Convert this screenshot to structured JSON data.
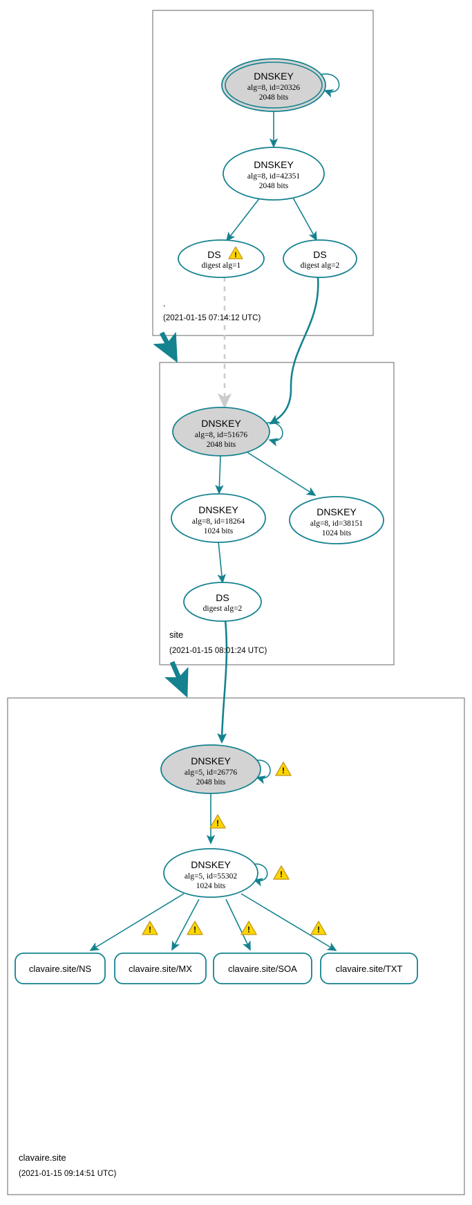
{
  "diagram": {
    "type": "dnssec-authentication-chain",
    "colors": {
      "edge": "#14828f",
      "node_stroke": "#14828f",
      "secure_fill": "#d3d3d3",
      "insecure_fill": "#ffffff",
      "zone_border": "#666666",
      "dashed_edge": "#cccccc",
      "warning_fill": "#ffd700",
      "warning_stroke": "#b8860b"
    },
    "zones": [
      {
        "id": "root",
        "name": ".",
        "timestamp": "(2021-01-15 07:14:12 UTC)",
        "nodes": [
          {
            "id": "root-ksk",
            "kind": "DNSKEY",
            "title": "DNSKEY",
            "line2": "alg=8, id=20326",
            "line3": "2048 bits",
            "style": "trust-anchor",
            "warning": false,
            "self_sign": true
          },
          {
            "id": "root-zsk",
            "kind": "DNSKEY",
            "title": "DNSKEY",
            "line2": "alg=8, id=42351",
            "line3": "2048 bits",
            "style": "plain",
            "warning": false,
            "self_sign": false
          },
          {
            "id": "root-ds-1",
            "kind": "DS",
            "title": "DS",
            "line2": "digest alg=1",
            "line3": "",
            "style": "plain",
            "warning": true,
            "self_sign": false
          },
          {
            "id": "root-ds-2",
            "kind": "DS",
            "title": "DS",
            "line2": "digest alg=2",
            "line3": "",
            "style": "plain",
            "warning": false,
            "self_sign": false
          }
        ]
      },
      {
        "id": "site",
        "name": "site",
        "timestamp": "(2021-01-15 08:01:24 UTC)",
        "nodes": [
          {
            "id": "site-ksk",
            "kind": "DNSKEY",
            "title": "DNSKEY",
            "line2": "alg=8, id=51676",
            "line3": "2048 bits",
            "style": "secure",
            "warning": false,
            "self_sign": true
          },
          {
            "id": "site-zsk-a",
            "kind": "DNSKEY",
            "title": "DNSKEY",
            "line2": "alg=8, id=18264",
            "line3": "1024 bits",
            "style": "plain",
            "warning": false,
            "self_sign": false
          },
          {
            "id": "site-zsk-b",
            "kind": "DNSKEY",
            "title": "DNSKEY",
            "line2": "alg=8, id=38151",
            "line3": "1024 bits",
            "style": "plain",
            "warning": false,
            "self_sign": false
          },
          {
            "id": "site-ds-2",
            "kind": "DS",
            "title": "DS",
            "line2": "digest alg=2",
            "line3": "",
            "style": "plain",
            "warning": false,
            "self_sign": false
          }
        ]
      },
      {
        "id": "clavaire",
        "name": "clavaire.site",
        "timestamp": "(2021-01-15 09:14:51 UTC)",
        "nodes": [
          {
            "id": "clavaire-ksk",
            "kind": "DNSKEY",
            "title": "DNSKEY",
            "line2": "alg=5, id=26776",
            "line3": "2048 bits",
            "style": "secure",
            "warning": true,
            "self_sign": true
          },
          {
            "id": "clavaire-zsk",
            "kind": "DNSKEY",
            "title": "DNSKEY",
            "line2": "alg=5, id=55302",
            "line3": "1024 bits",
            "style": "plain",
            "warning": true,
            "self_sign": true
          }
        ],
        "rrsets": [
          {
            "id": "rr-ns",
            "label": "clavaire.site/NS"
          },
          {
            "id": "rr-mx",
            "label": "clavaire.site/MX"
          },
          {
            "id": "rr-soa",
            "label": "clavaire.site/SOA"
          },
          {
            "id": "rr-txt",
            "label": "clavaire.site/TXT"
          }
        ]
      }
    ],
    "warning_glyph": "!"
  }
}
